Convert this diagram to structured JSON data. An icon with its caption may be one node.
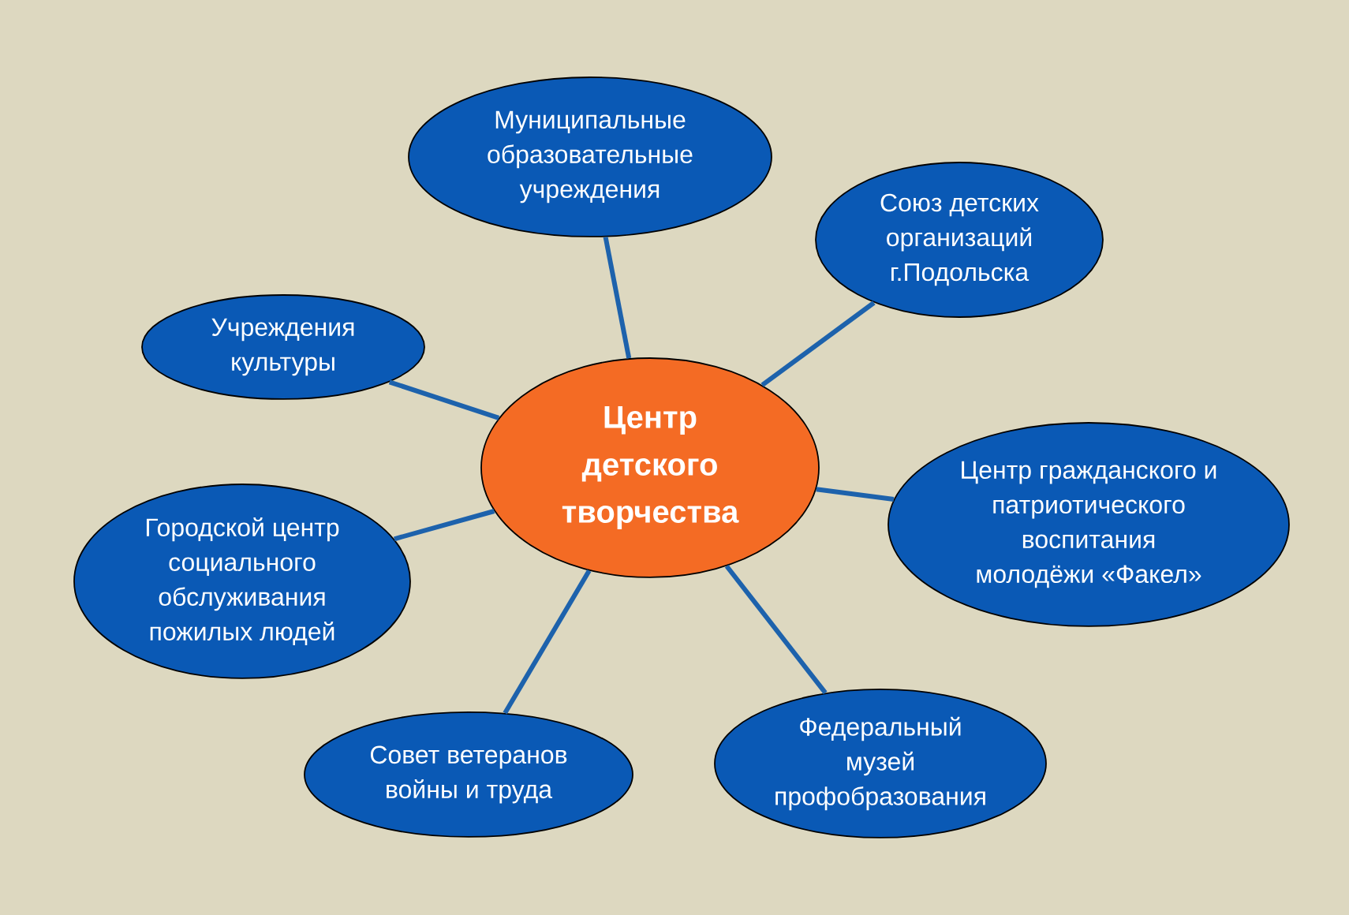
{
  "diagram": {
    "nodes": [
      {
        "text": [
          "Центр детского творчества"
        ]
      },
      {
        "text": [
          "Муниципальные образовательные учреждения"
        ]
      },
      {
        "text": [
          "Союз детских организаций г.Подольска"
        ]
      },
      {
        "text": [
          "Учреждения культуры"
        ]
      },
      {
        "text": [
          "Центр гражданского и патриотического воспитания молодёжи «Факел»"
        ]
      },
      {
        "text": [
          "Городской центр социального обслуживания пожилых людей"
        ]
      },
      {
        "text": [
          "Совет ветеранов войны и труда"
        ]
      },
      {
        "text": [
          "Федеральный музей профобразования"
        ]
      }
    ],
    "edges": [
      {
        "from": 0,
        "to": 1,
        "arrow": "none"
      },
      {
        "from": 0,
        "to": 2,
        "arrow": "none"
      },
      {
        "from": 0,
        "to": 3,
        "arrow": "none"
      },
      {
        "from": 0,
        "to": 4,
        "arrow": "none"
      },
      {
        "from": 0,
        "to": 5,
        "arrow": "none"
      },
      {
        "from": 0,
        "to": 6,
        "arrow": "none"
      },
      {
        "from": 0,
        "to": 7,
        "arrow": "none"
      }
    ]
  }
}
